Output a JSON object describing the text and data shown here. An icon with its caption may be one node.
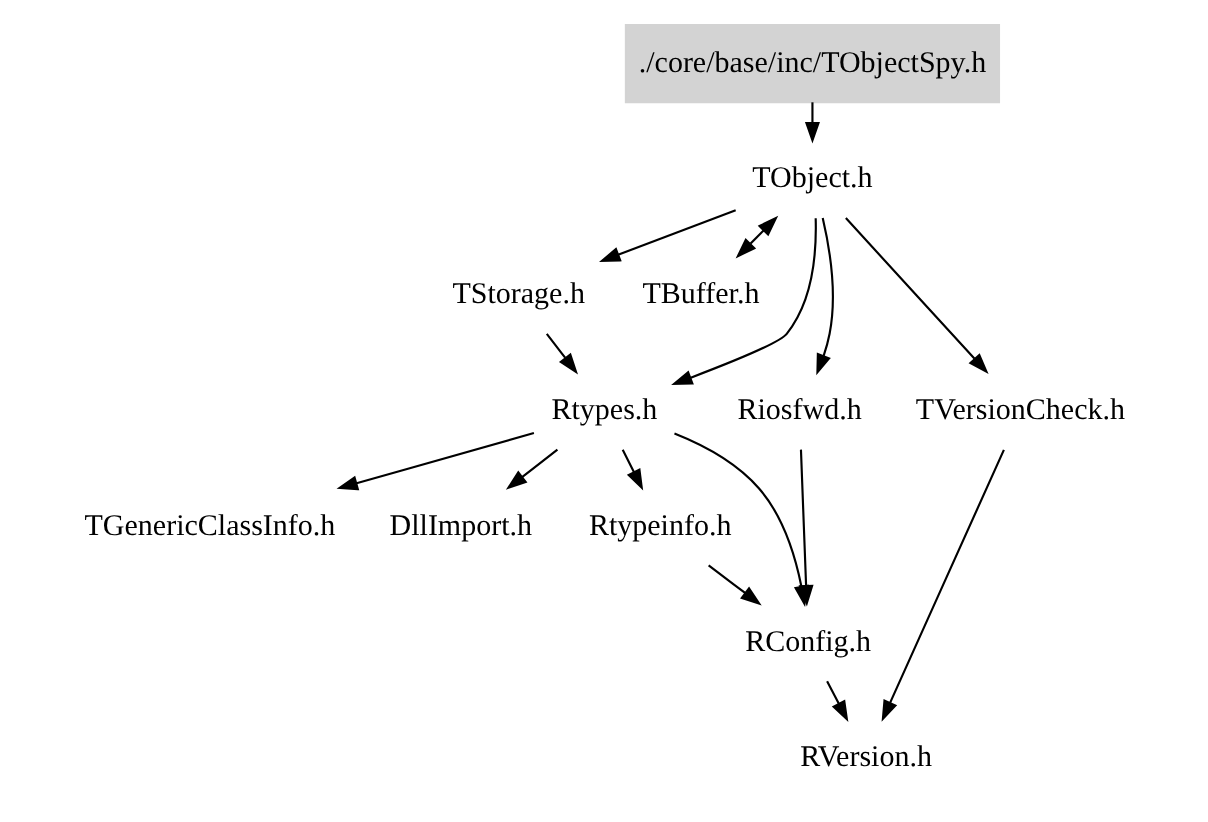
{
  "diagram": {
    "nodes": [
      {
        "text": [
          "./core/base/inc/TObjectSpy.h"
        ]
      },
      {
        "text": [
          "TObject.h"
        ]
      },
      {
        "text": [
          "TStorage.h"
        ]
      },
      {
        "text": [
          "TBuffer.h"
        ]
      },
      {
        "text": [
          "Riosfwd.h"
        ]
      },
      {
        "text": [
          "Rtypes.h"
        ]
      },
      {
        "text": [
          "TVersionCheck.h"
        ]
      },
      {
        "text": [
          "TGenericClassInfo.h"
        ]
      },
      {
        "text": [
          "DllImport.h"
        ]
      },
      {
        "text": [
          "Rtypeinfo.h"
        ]
      },
      {
        "text": [
          "RConfig.h"
        ]
      },
      {
        "text": [
          "RVersion.h"
        ]
      }
    ],
    "edges": [
      {
        "from": 0,
        "to": 1,
        "arrow": "to"
      },
      {
        "from": 1,
        "to": 4,
        "arrow": "to"
      },
      {
        "from": 1,
        "to": 2,
        "arrow": "to"
      },
      {
        "from": 1,
        "to": 3,
        "arrow": "both"
      },
      {
        "from": 1,
        "to": 5,
        "arrow": "to"
      },
      {
        "from": 1,
        "to": 6,
        "arrow": "to"
      },
      {
        "from": 2,
        "to": 5,
        "arrow": "to"
      },
      {
        "from": 5,
        "to": 7,
        "arrow": "to"
      },
      {
        "from": 5,
        "to": 8,
        "arrow": "to"
      },
      {
        "from": 5,
        "to": 9,
        "arrow": "to"
      },
      {
        "from": 5,
        "to": 10,
        "arrow": "to"
      },
      {
        "from": 4,
        "to": 10,
        "arrow": "to"
      },
      {
        "from": 9,
        "to": 10,
        "arrow": "to"
      },
      {
        "from": 10,
        "to": 11,
        "arrow": "to"
      },
      {
        "from": 6,
        "to": 11,
        "arrow": "to"
      }
    ]
  }
}
